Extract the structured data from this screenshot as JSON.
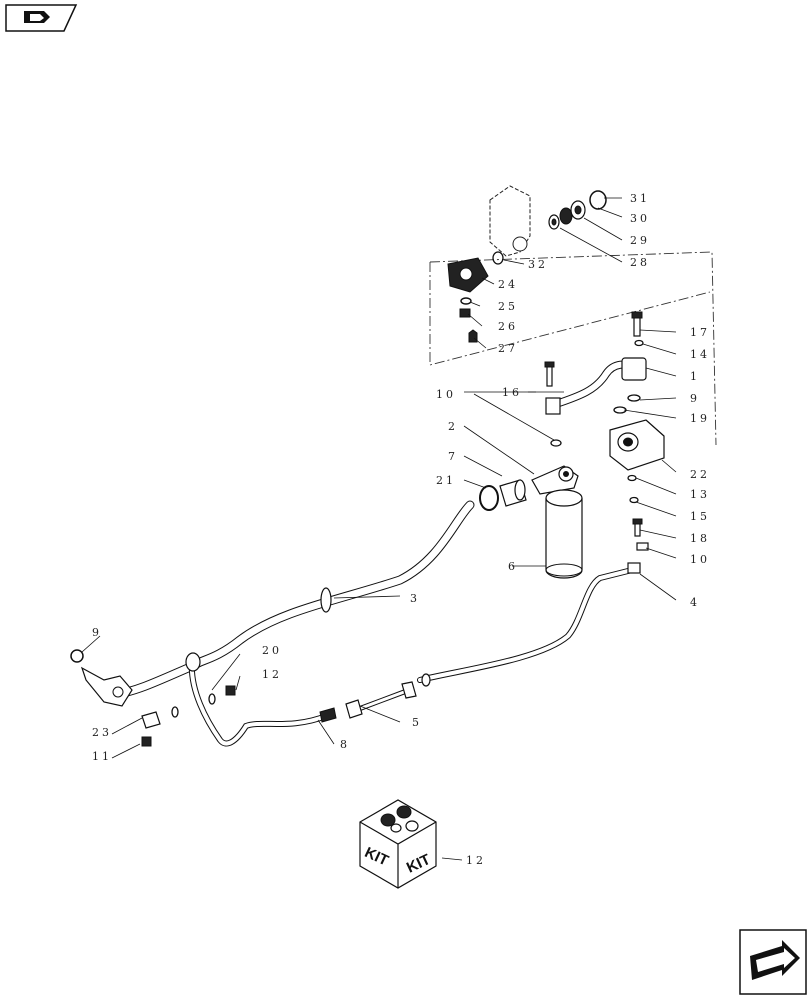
{
  "navigation": {
    "prev_icon": "book-page-back-icon",
    "next_icon": "book-page-forward-icon"
  },
  "kit_box": {
    "left_text": "KIT",
    "right_text": "KIT"
  },
  "callouts": [
    "1",
    "2",
    "3",
    "4",
    "5",
    "6",
    "7",
    "8",
    "9",
    "9",
    "10",
    "10",
    "11",
    "12",
    "12",
    "13",
    "14",
    "15",
    "16",
    "17",
    "18",
    "19",
    "20",
    "21",
    "22",
    "23",
    "24",
    "25",
    "26",
    "27",
    "28",
    "29",
    "30",
    "31",
    "32"
  ]
}
